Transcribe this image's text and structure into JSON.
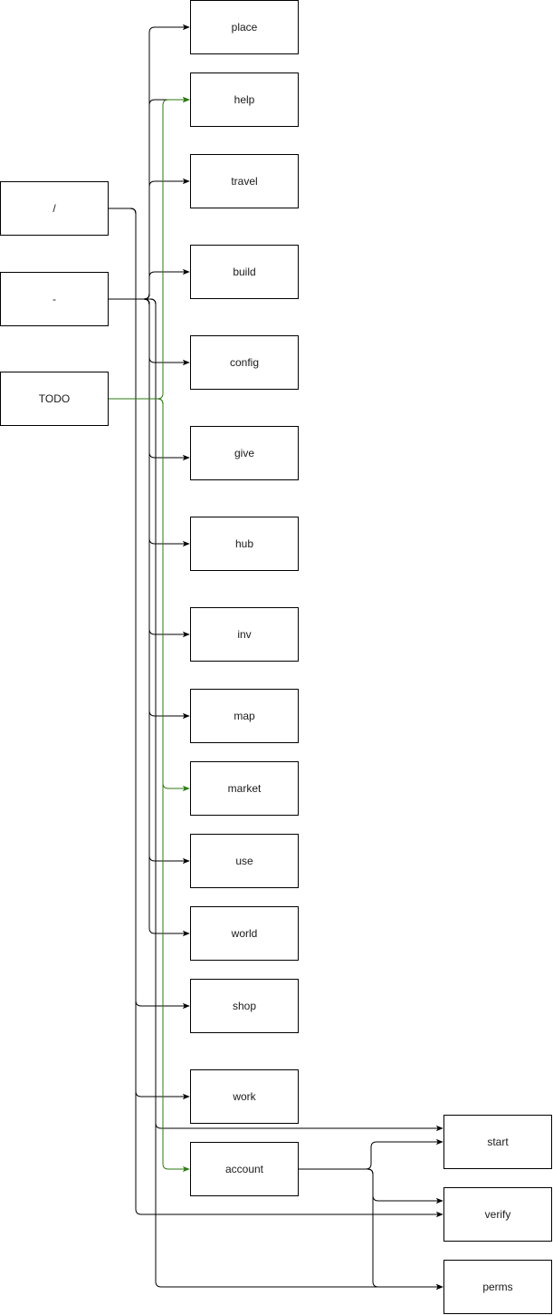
{
  "colors": {
    "default_edge": "#000000",
    "highlight_edge": "#2d7a12",
    "node_border": "#000000"
  },
  "nodes": [
    {
      "id": "slash",
      "label": "/"
    },
    {
      "id": "dash",
      "label": "-"
    },
    {
      "id": "todo",
      "label": "TODO"
    },
    {
      "id": "place",
      "label": "place"
    },
    {
      "id": "help",
      "label": "help"
    },
    {
      "id": "travel",
      "label": "travel"
    },
    {
      "id": "build",
      "label": "build"
    },
    {
      "id": "config",
      "label": "config"
    },
    {
      "id": "give",
      "label": "give"
    },
    {
      "id": "hub",
      "label": "hub"
    },
    {
      "id": "inv",
      "label": "inv"
    },
    {
      "id": "map",
      "label": "map"
    },
    {
      "id": "market",
      "label": "market"
    },
    {
      "id": "use",
      "label": "use"
    },
    {
      "id": "world",
      "label": "world"
    },
    {
      "id": "shop",
      "label": "shop"
    },
    {
      "id": "work",
      "label": "work"
    },
    {
      "id": "account",
      "label": "account"
    },
    {
      "id": "start",
      "label": "start"
    },
    {
      "id": "verify",
      "label": "verify"
    },
    {
      "id": "perms",
      "label": "perms"
    }
  ],
  "edges": [
    {
      "from": "dash",
      "to": "place",
      "color": "default"
    },
    {
      "from": "dash",
      "to": "help",
      "color": "default"
    },
    {
      "from": "dash",
      "to": "travel",
      "color": "default"
    },
    {
      "from": "dash",
      "to": "build",
      "color": "default"
    },
    {
      "from": "dash",
      "to": "config",
      "color": "default"
    },
    {
      "from": "dash",
      "to": "give",
      "color": "default"
    },
    {
      "from": "dash",
      "to": "hub",
      "color": "default"
    },
    {
      "from": "dash",
      "to": "inv",
      "color": "default"
    },
    {
      "from": "dash",
      "to": "map",
      "color": "default"
    },
    {
      "from": "dash",
      "to": "use",
      "color": "default"
    },
    {
      "from": "dash",
      "to": "world",
      "color": "default"
    },
    {
      "from": "dash",
      "to": "start",
      "color": "default"
    },
    {
      "from": "dash",
      "to": "perms",
      "color": "default"
    },
    {
      "from": "slash",
      "to": "shop",
      "color": "default"
    },
    {
      "from": "slash",
      "to": "work",
      "color": "default"
    },
    {
      "from": "slash",
      "to": "verify",
      "color": "default"
    },
    {
      "from": "todo",
      "to": "help",
      "color": "highlight"
    },
    {
      "from": "todo",
      "to": "market",
      "color": "highlight"
    },
    {
      "from": "todo",
      "to": "account",
      "color": "highlight"
    },
    {
      "from": "account",
      "to": "start",
      "color": "default"
    },
    {
      "from": "account",
      "to": "verify",
      "color": "default"
    },
    {
      "from": "account",
      "to": "perms",
      "color": "default"
    }
  ]
}
